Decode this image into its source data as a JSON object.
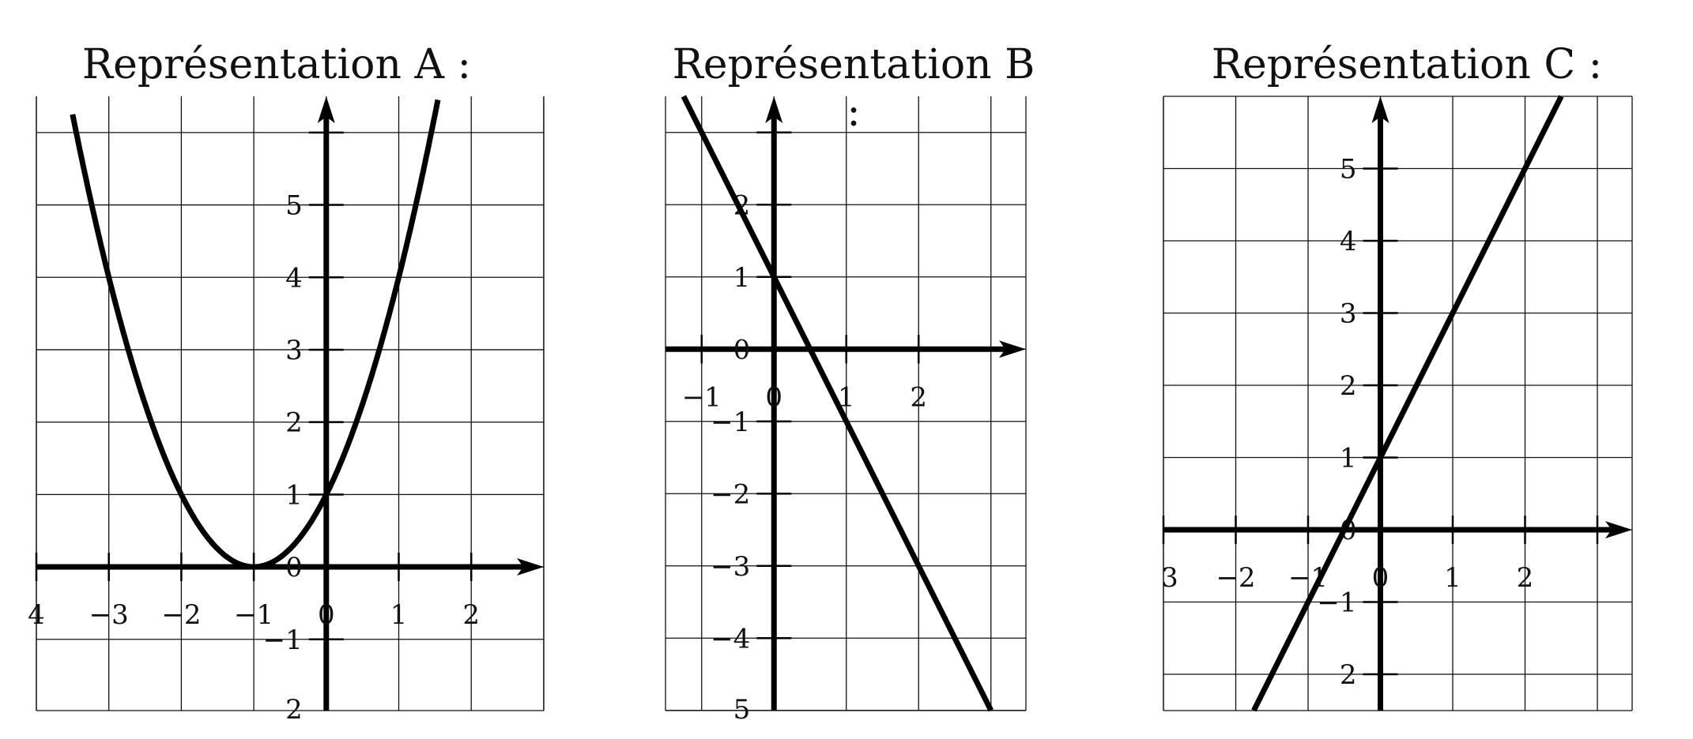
{
  "chart_data": [
    {
      "type": "line",
      "title": "Représentation A :",
      "xlim": [
        -4,
        3
      ],
      "ylim": [
        -2,
        6.5
      ],
      "x_ticks": [
        -4,
        -3,
        -2,
        -1,
        0,
        1,
        2
      ],
      "x_tick_labels": [
        "4",
        "−3",
        "−2",
        "−1",
        "0",
        "1",
        "2"
      ],
      "y_ticks": [
        -1,
        1,
        2,
        3,
        4,
        5
      ],
      "y_tick_labels": [
        "−1",
        "1",
        "2",
        "3",
        "4",
        "5"
      ],
      "y_zero_label": "0",
      "bottom_partial_label": "2",
      "grid": true,
      "series": [
        {
          "function": "(x+1)^2",
          "x": [
            -3.5,
            -3,
            -2,
            -1,
            0,
            1,
            1.55
          ],
          "y": [
            6.25,
            4,
            1,
            0,
            1,
            4,
            6.5
          ]
        }
      ]
    },
    {
      "type": "line",
      "title": "Représentation B :",
      "xlim": [
        -1.5,
        3.5
      ],
      "ylim": [
        -5,
        3.5
      ],
      "x_ticks": [
        -1,
        0,
        1,
        2
      ],
      "x_tick_labels": [
        "−1",
        "0",
        "1",
        "2"
      ],
      "y_ticks": [
        -4,
        -3,
        -2,
        -1,
        1,
        2
      ],
      "y_tick_labels": [
        "−4",
        "−3",
        "−2",
        "−1",
        "1",
        "2"
      ],
      "y_zero_label": "0",
      "bottom_partial_label": "5",
      "grid": true,
      "series": [
        {
          "function": "-2x+1",
          "x": [
            -1.25,
            0,
            1,
            2,
            3
          ],
          "y": [
            3.5,
            1,
            -1,
            -3,
            -5
          ]
        }
      ]
    },
    {
      "type": "line",
      "title": "Représentation C :",
      "xlim": [
        -3,
        3.5
      ],
      "ylim": [
        -2.5,
        6
      ],
      "x_ticks": [
        -3,
        -2,
        -1,
        0,
        1,
        2,
        3
      ],
      "x_tick_labels": [
        "3",
        "−2",
        "−1",
        "0",
        "1",
        "2"
      ],
      "y_ticks": [
        -2,
        -1,
        1,
        2,
        3,
        4,
        5
      ],
      "y_tick_labels": [
        "2",
        "−1",
        "1",
        "2",
        "3",
        "4",
        "5"
      ],
      "y_zero_label": "0",
      "bottom_partial_label": "",
      "grid": true,
      "series": [
        {
          "function": "2x+1",
          "x": [
            -1.75,
            -1,
            0,
            1,
            2,
            2.5
          ],
          "y": [
            -2.5,
            -1,
            1,
            3,
            5,
            6
          ]
        }
      ]
    }
  ]
}
